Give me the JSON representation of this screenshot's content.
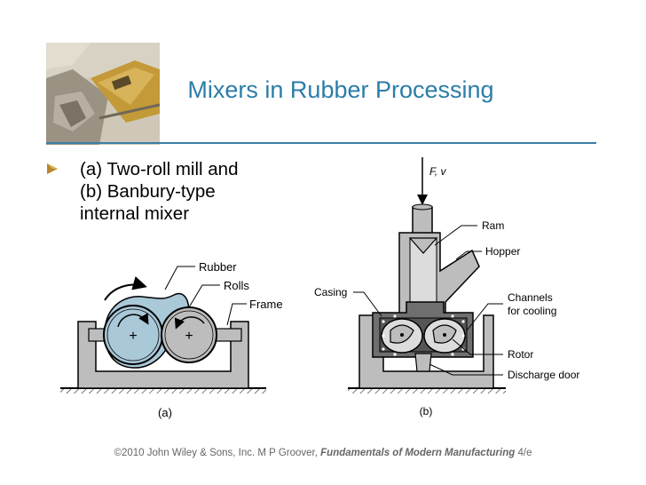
{
  "slide": {
    "title": "Mixers in Rubber Processing",
    "bullet_lines": [
      "(a) Two-roll mill and",
      "(b) Banbury-type",
      "internal mixer"
    ]
  },
  "figure_a": {
    "labels": {
      "rubber": "Rubber",
      "rolls": "Rolls",
      "frame": "Frame"
    },
    "caption": "(a)"
  },
  "figure_b": {
    "labels": {
      "force": "F, v",
      "ram": "Ram",
      "hopper": "Hopper",
      "casing": "Casing",
      "channels_1": "Channels",
      "channels_2": "for cooling",
      "rotor": "Rotor",
      "discharge": "Discharge door"
    },
    "caption": "(b)"
  },
  "footer": {
    "prefix": "©2010 John Wiley & Sons, Inc.  M P Groover, ",
    "book": "Fundamentals of Modern Manufacturing",
    "suffix": " 4/e"
  },
  "colors": {
    "title": "#2b7da8",
    "rule": "#3a7fa6",
    "bullet": "#b8862e",
    "roll_fill": "#a9c8d8",
    "metal": "#bdbdbd"
  }
}
